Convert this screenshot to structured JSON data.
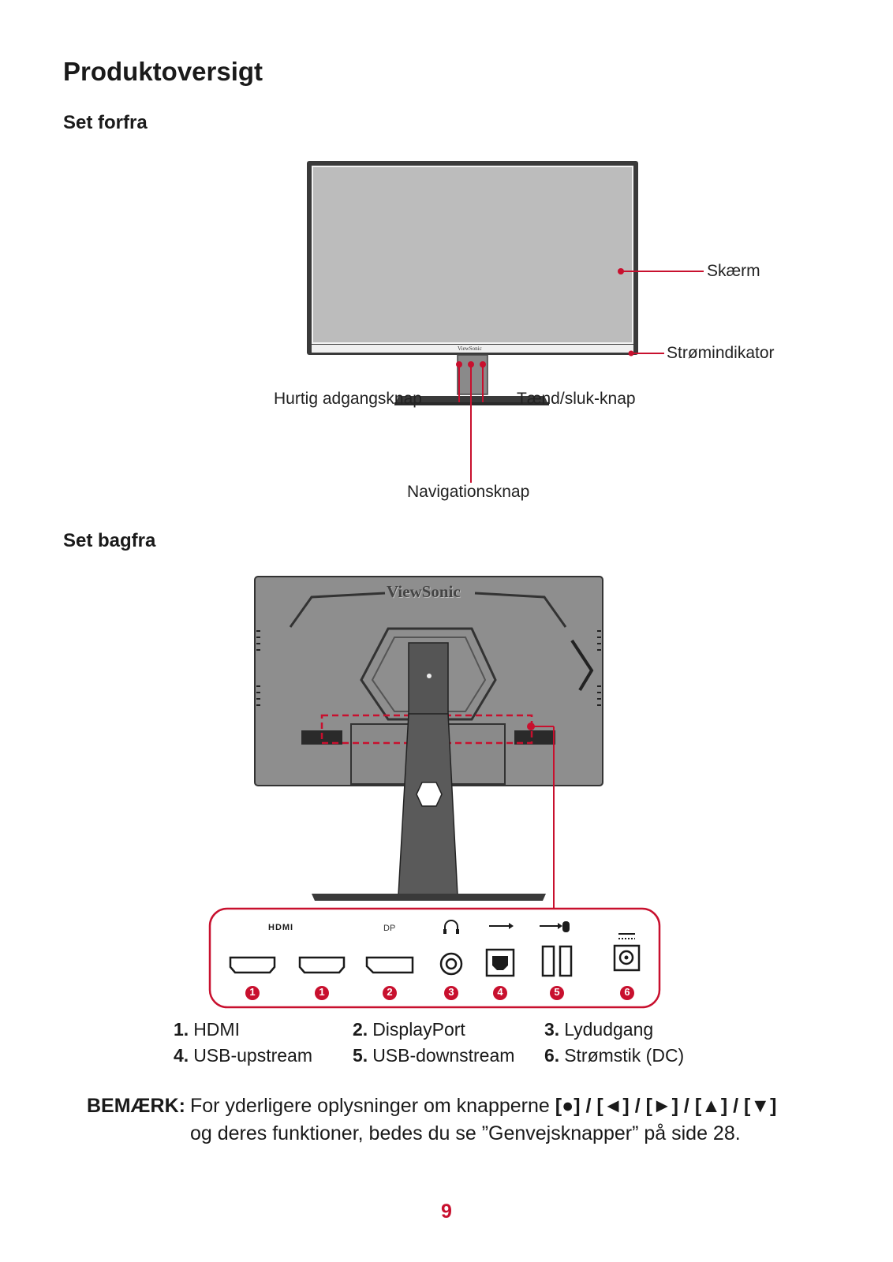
{
  "page": {
    "title": "Produktoversigt",
    "page_number": "9"
  },
  "front": {
    "heading": "Set forfra",
    "brand": "ViewSonic",
    "labels": {
      "screen": "Skærm",
      "power_indicator": "Strømindikator",
      "quick_access": "Hurtig adgangsknap",
      "power_button": "Tænd/sluk-knap",
      "navigation": "Navigationsknap"
    }
  },
  "back": {
    "heading": "Set bagfra",
    "brand": "ViewSonic",
    "port_labels": {
      "hdmi": "HDMI",
      "dp": "DP"
    },
    "badges": [
      "1",
      "1",
      "2",
      "3",
      "4",
      "5",
      "6"
    ],
    "legend": [
      {
        "num": "1.",
        "text": "HDMI"
      },
      {
        "num": "2.",
        "text": "DisplayPort"
      },
      {
        "num": "3.",
        "text": "Lydudgang"
      },
      {
        "num": "4.",
        "text": "USB-upstream"
      },
      {
        "num": "5.",
        "text": "USB-downstream"
      },
      {
        "num": "6.",
        "text": "Strømstik (DC)"
      }
    ]
  },
  "note": {
    "label": "BEMÆRK:",
    "line1_prefix": "For yderligere oplysninger om knapperne",
    "keys": "[●] / [◄] / [►] / [▲] / [▼]",
    "line2": "og deres funktioner, bedes du se ”Genvejsknapper” på side 28."
  },
  "colors": {
    "accent": "#c8102e",
    "screen_gray": "#bcbcbc",
    "monitor_dark": "#3a3a3a",
    "back_gray": "#8e8e8e"
  }
}
